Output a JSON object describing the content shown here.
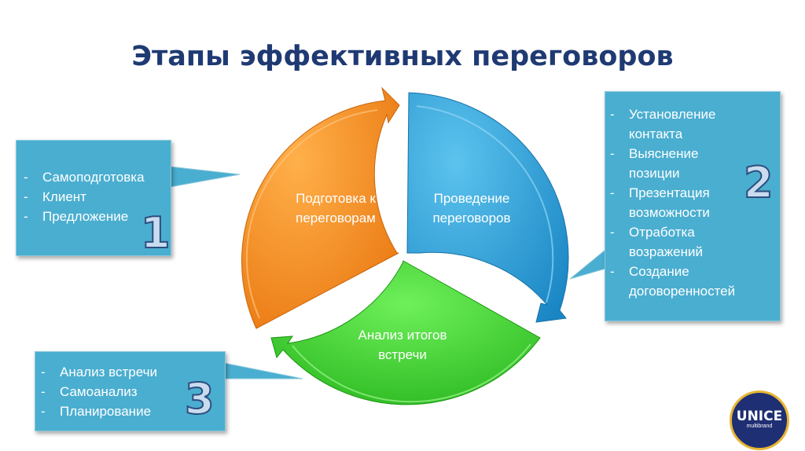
{
  "title": "Этапы эффективных переговоров",
  "stages": [
    {
      "label": "Подготовка к переговорам",
      "color": "#f58e1f"
    },
    {
      "label": "Проведение переговоров",
      "color": "#2fa2da"
    },
    {
      "label": "Анализ итогов встречи",
      "color": "#3dcf2c"
    }
  ],
  "callouts": [
    {
      "number": "1",
      "items": [
        "Самоподготовка",
        "Клиент",
        "Предложение"
      ]
    },
    {
      "number": "2",
      "items": [
        "Установление контакта",
        "Выяснение позиции",
        "Презентация возможности",
        "Отработка возражений",
        "Создание договоренностей"
      ]
    },
    {
      "number": "3",
      "items": [
        "Анализ встречи",
        "Самоанализ",
        "Планирование"
      ]
    }
  ],
  "bullet": "-",
  "logo": {
    "name": "UNICE",
    "sub": "multibrand"
  }
}
